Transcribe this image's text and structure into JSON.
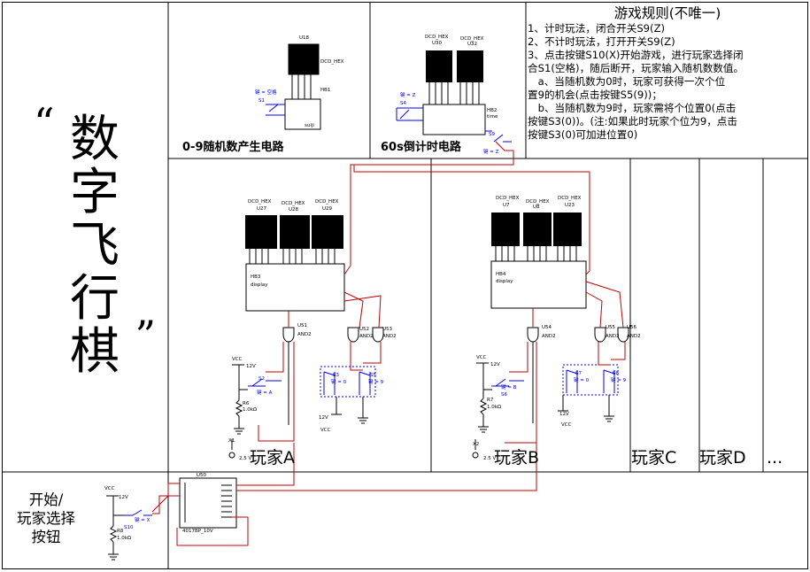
{
  "title": {
    "quote_open": "“",
    "chars": [
      "数",
      "字",
      "飞",
      "行",
      "棋"
    ],
    "quote_close": "”"
  },
  "rules": {
    "heading": "游戏规则(不唯一)",
    "lines": [
      "1、计时玩法，闭合开关S9(Z)",
      "2、不计时玩法，打开开关S9(Z)",
      "3、点击按键S10(X)开始游戏，进行玩家选择闭",
      "合S1(空格)，随后断开，玩家输入随机数数值。",
      "　a、当随机数为0时，玩家可获得一次个位",
      "置9的机会(点击按键S5(9))；",
      "　b、当随机数为9时，玩家需将个位置0(点击",
      "按键S3(0))。(注:如果此时玩家个位为9，点击",
      "按键S3(0)可加进位置0)"
    ]
  },
  "sections": {
    "random": "0-9随机数产生电路",
    "timer": "60s倒计时电路",
    "start_button": [
      "开始/",
      "玩家选择",
      "按钮"
    ]
  },
  "players": {
    "a": "玩家A",
    "b": "玩家B",
    "c": "玩家C",
    "d": "玩家D",
    "more": "..."
  },
  "parts": {
    "u18": "U18",
    "dcd_hex": "DCD_HEX",
    "hb1": "HB1",
    "hb1_sub": "suiji",
    "key_space": "键 = 空格",
    "s1": "S1",
    "u30": "U30",
    "u32": "U32",
    "hb2": "HB2",
    "hb2_sub": "time",
    "key_z": "键 = Z",
    "s4": "S4",
    "s9": "S9",
    "u27": "U27",
    "u28": "U28",
    "u29": "U29",
    "hb3": "HB3",
    "display": "display",
    "u7": "U7",
    "u8": "U8",
    "u23": "U23",
    "hb4": "HB4",
    "u51": "U51",
    "u52": "U52",
    "u53": "U53",
    "and2": "AND2",
    "u54": "U54",
    "u55": "U55",
    "u56": "U56",
    "vcc": "VCC",
    "v12": "12V",
    "s2": "S2",
    "key_a": "键 = A",
    "r6": "R6",
    "r6v": "1.0kΩ",
    "s3": "S3",
    "s5": "S5",
    "key_0": "键 = 0",
    "key_9": "键 = 9",
    "s6": "S6",
    "key_b": "键 = B",
    "r7": "R7",
    "r7v": "1.0kΩ",
    "s7": "S7",
    "s8": "S8",
    "x1": "X1",
    "x2": "X2",
    "v25": "2.5 V",
    "u50": "U50",
    "u50p": "4017BP_10V",
    "s10": "S10",
    "key_x": "键 = X",
    "r8": "R8",
    "r8v": "1.0kΩ"
  }
}
